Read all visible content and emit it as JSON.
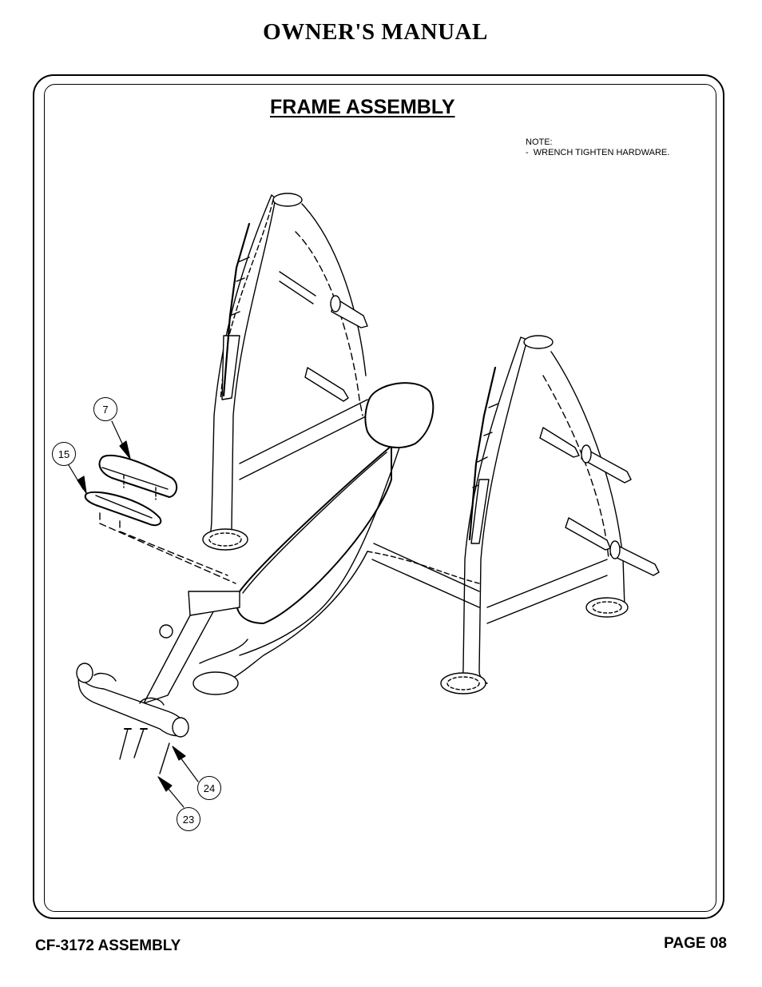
{
  "header": {
    "title": "OWNER'S MANUAL"
  },
  "section": {
    "title": "FRAME ASSEMBLY"
  },
  "note": {
    "text": "NOTE:\n-  WRENCH TIGHTEN HARDWARE."
  },
  "callouts": [
    {
      "label": "7"
    },
    {
      "label": "15"
    },
    {
      "label": "24"
    },
    {
      "label": "23"
    }
  ],
  "footer": {
    "model": "CF-3172 ASSEMBLY",
    "page": "PAGE 08"
  }
}
